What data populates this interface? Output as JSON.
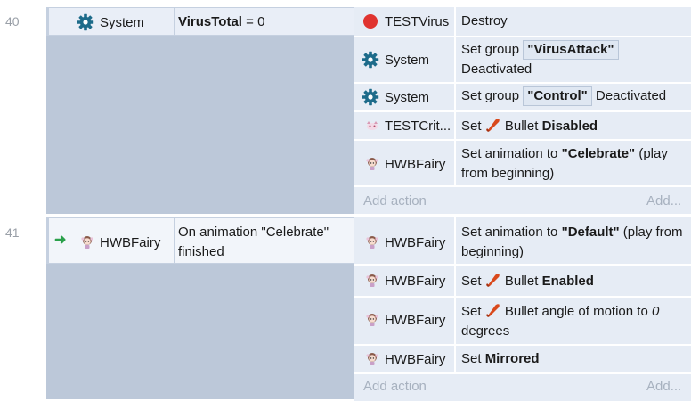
{
  "events": [
    {
      "number": "40",
      "condition": {
        "object": "System",
        "icon": "gear-icon",
        "variable": "VirusTotal",
        "rest": " = 0"
      },
      "actions": [
        {
          "object": "TESTVirus",
          "icon": "red-dot-icon",
          "parts": [
            "Destroy"
          ]
        },
        {
          "object": "System",
          "icon": "gear-icon",
          "parts": [
            "Set group ",
            "\"VirusAttack\"",
            "Deactivated"
          ]
        },
        {
          "object": "System",
          "icon": "gear-icon",
          "parts": [
            "Set group ",
            "\"Control\"",
            " Deactivated"
          ]
        },
        {
          "object": "TESTCrit...",
          "icon": "critter-icon",
          "parts": [
            "Set ",
            "Bullet ",
            "Disabled"
          ]
        },
        {
          "object": "HWBFairy",
          "icon": "fairy-icon",
          "parts": [
            "Set animation to ",
            "\"Celebrate\"",
            " (play from beginning)"
          ]
        }
      ],
      "add_action": "Add action",
      "add_more": "Add..."
    },
    {
      "number": "41",
      "trigger_icon": "green-arrow-icon",
      "condition": {
        "object": "HWBFairy",
        "icon": "fairy-icon",
        "text": "On animation \"Celebrate\" finished"
      },
      "actions": [
        {
          "object": "HWBFairy",
          "icon": "fairy-icon",
          "parts": [
            "Set animation to ",
            "\"Default\"",
            " (play from beginning)"
          ]
        },
        {
          "object": "HWBFairy",
          "icon": "fairy-icon",
          "parts": [
            "Set ",
            "Bullet ",
            "Enabled"
          ]
        },
        {
          "object": "HWBFairy",
          "icon": "fairy-icon",
          "parts": [
            "Set ",
            "Bullet angle of motion to ",
            "0",
            " degrees"
          ]
        },
        {
          "object": "HWBFairy",
          "icon": "fairy-icon",
          "parts": [
            "Set ",
            "Mirrored"
          ]
        }
      ],
      "add_action": "Add action",
      "add_more": "Add..."
    }
  ]
}
